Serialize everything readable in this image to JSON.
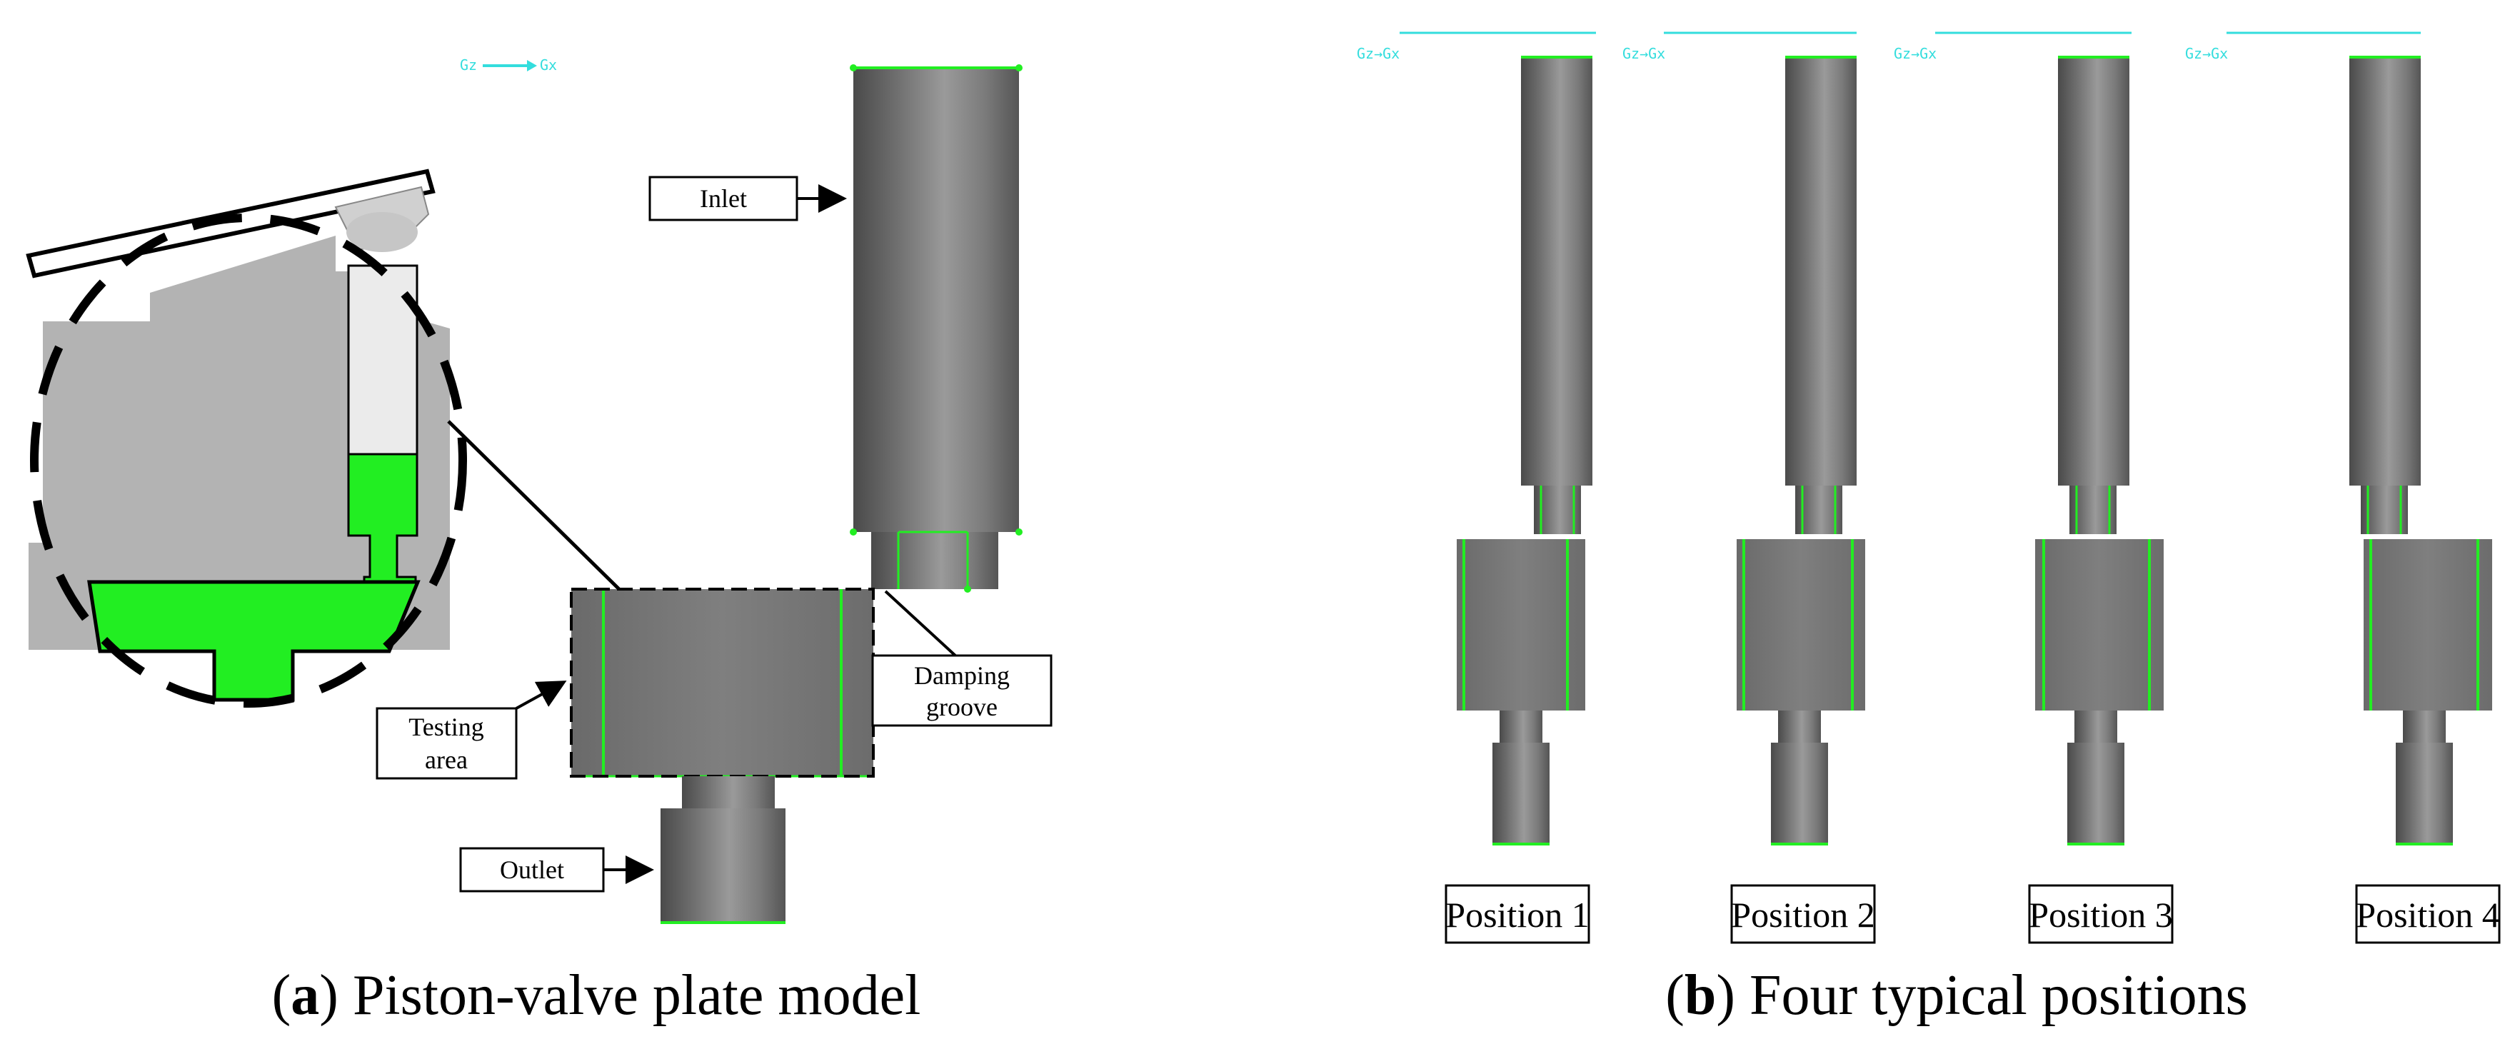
{
  "colors": {
    "highlight_green": "#22ee22",
    "cylinder_gray": "#7b7b7b",
    "section_gray": "#b3b3b3",
    "triad_cyan": "#33dddd"
  },
  "panel_a": {
    "labels": {
      "inlet": "Inlet",
      "damping_line1": "Damping",
      "damping_line2": "groove",
      "testing_line1": "Testing",
      "testing_line2": "area",
      "outlet": "Outlet"
    },
    "caption_letter": "a",
    "caption_text": ") Piston-valve plate model"
  },
  "panel_b": {
    "positions": [
      "Position 1",
      "Position 2",
      "Position 3",
      "Position 4"
    ],
    "caption_letter": "b",
    "caption_text": ") Four typical positions"
  },
  "icons": {
    "axis_triad": "coordinate-triad-icon"
  }
}
